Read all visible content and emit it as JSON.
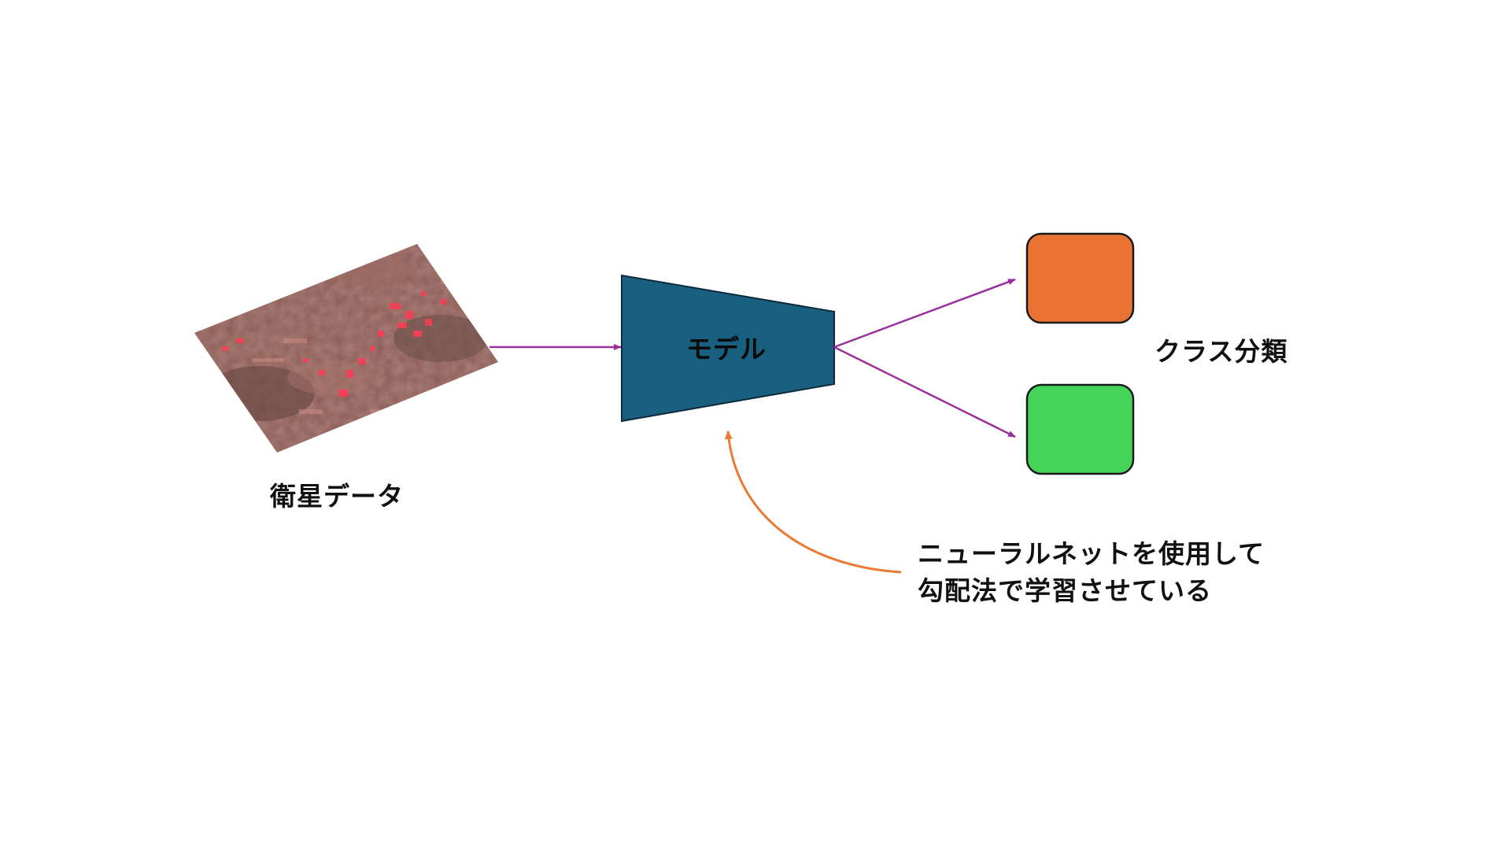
{
  "labels": {
    "satellite_data": "衛星データ",
    "model": "モデル",
    "classification": "クラス分類",
    "note_lines": [
      "ニューラルネットを使用して",
      "勾配法で学習させている"
    ]
  },
  "colors": {
    "model_fill": "#185f80",
    "model_stroke": "#0d2a3a",
    "class_a": "#e87332",
    "class_b": "#45d45a",
    "box_stroke": "#1a1a1a",
    "arrow_main": "#9b2f9b",
    "arrow_feedback": "#ea7a35",
    "satellite_base": "#8a5a52",
    "satellite_highlight": "#ff3b55"
  },
  "icons": {
    "satellite_image": "satellite-image",
    "model_shape": "trapezoid-encoder"
  }
}
